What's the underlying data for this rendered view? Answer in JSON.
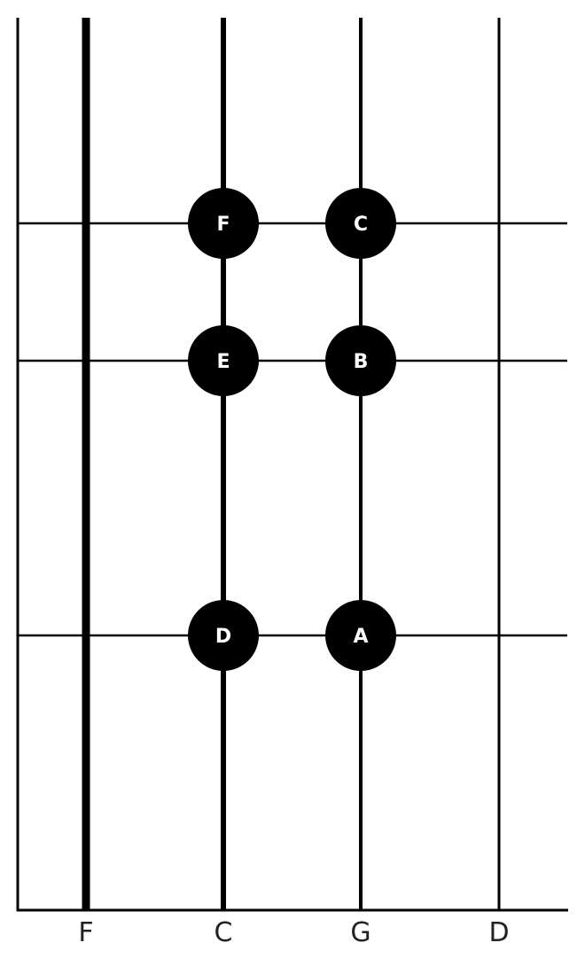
{
  "diagram": {
    "colors": {
      "background": "#ffffff",
      "line": "#000000",
      "marker": "#000000",
      "marker_text": "#ffffff",
      "label_text": "#222222"
    },
    "strings": [
      {
        "name": "F"
      },
      {
        "name": "C"
      },
      {
        "name": "G"
      },
      {
        "name": "D"
      }
    ],
    "frets": [
      1,
      2,
      3
    ],
    "notes": [
      {
        "label": "F",
        "string_index": 1,
        "fret": 1
      },
      {
        "label": "C",
        "string_index": 2,
        "fret": 1
      },
      {
        "label": "E",
        "string_index": 1,
        "fret": 2
      },
      {
        "label": "B",
        "string_index": 2,
        "fret": 2
      },
      {
        "label": "D",
        "string_index": 1,
        "fret": 3
      },
      {
        "label": "A",
        "string_index": 2,
        "fret": 3
      }
    ]
  }
}
